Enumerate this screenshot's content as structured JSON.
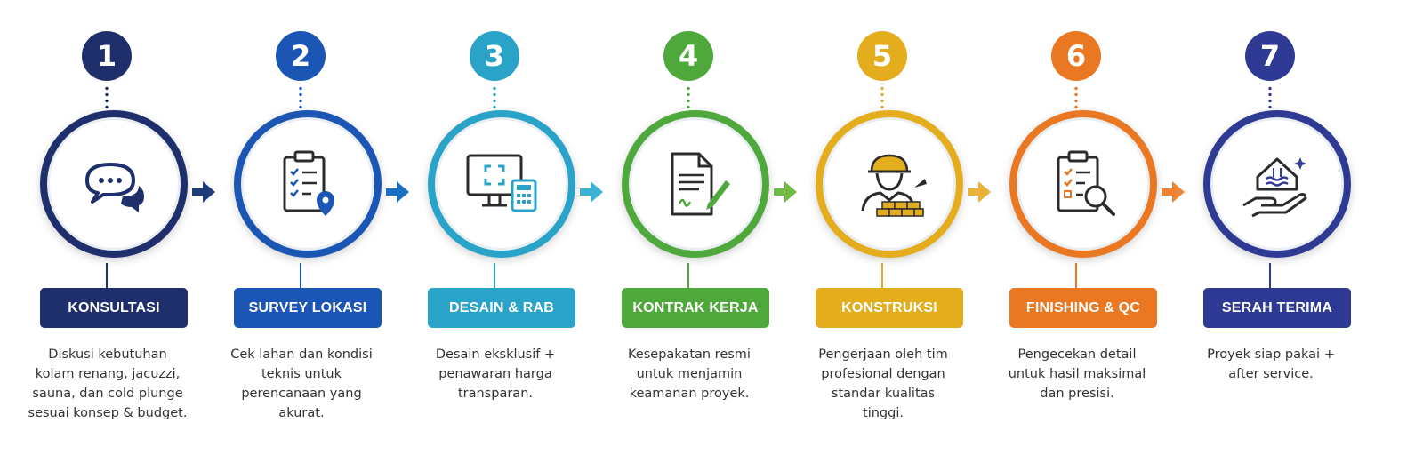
{
  "steps": [
    {
      "number": "1",
      "title": "KONSULTASI",
      "desc_lines": [
        "Diskusi kebutuhan",
        "kolam renang, jacuzzi,",
        "sauna, dan cold plunge",
        "sesuai konsep & budget."
      ],
      "color": "#1f2f6b",
      "icon": "chat-bubbles-icon"
    },
    {
      "number": "2",
      "title": "SURVEY LOKASI",
      "desc_lines": [
        "Cek lahan dan kondisi",
        "teknis untuk",
        "perencanaan yang",
        "akurat."
      ],
      "color": "#1b56b5",
      "icon": "clipboard-location-icon"
    },
    {
      "number": "3",
      "title": "DESAIN & RAB",
      "desc_lines": [
        "Desain eksklusif +",
        "penawaran harga",
        "transparan."
      ],
      "color": "#2aa3c8",
      "icon": "monitor-calculator-icon"
    },
    {
      "number": "4",
      "title": "KONTRAK KERJA",
      "desc_lines": [
        "Kesepakatan resmi",
        "untuk menjamin",
        "keamanan proyek."
      ],
      "color": "#4fa83c",
      "icon": "contract-pen-icon"
    },
    {
      "number": "5",
      "title": "KONSTRUKSI",
      "desc_lines": [
        "Pengerjaan oleh tim",
        "profesional dengan",
        "standar kualitas",
        "tinggi."
      ],
      "color": "#e3ad1e",
      "icon": "construction-worker-icon"
    },
    {
      "number": "6",
      "title": "FINISHING & QC",
      "desc_lines": [
        "Pengecekan detail",
        "untuk hasil maksimal",
        "dan presisi."
      ],
      "color": "#ea7722",
      "icon": "checklist-magnifier-icon"
    },
    {
      "number": "7",
      "title": "SERAH TERIMA",
      "desc_lines": [
        "Proyek siap pakai +",
        "after service."
      ],
      "color": "#2f3a94",
      "icon": "hand-house-pool-icon"
    }
  ],
  "arrow_colors": [
    "#1f3c7b",
    "#1b6fc0",
    "#3db3d4",
    "#6fbb44",
    "#e8b23a",
    "#ee8535"
  ]
}
